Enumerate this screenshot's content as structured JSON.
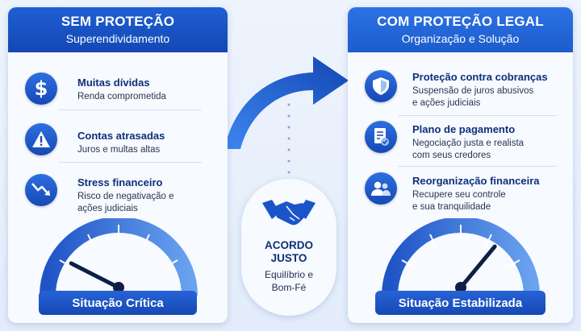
{
  "left_panel": {
    "title": "SEM PROTEÇÃO",
    "subtitle": "Superendividamento",
    "items": [
      {
        "icon": "dollar-icon",
        "title": "Muitas dívidas",
        "desc": [
          "Renda comprometida"
        ]
      },
      {
        "icon": "warning-icon",
        "title": "Contas atrasadas",
        "desc": [
          "Juros e multas altas"
        ]
      },
      {
        "icon": "trend-down-icon",
        "title": "Stress financeiro",
        "desc": [
          "Risco de negativação e",
          "ações judiciais"
        ]
      }
    ],
    "gauge_level": 0.15,
    "status": "Situação Crítica"
  },
  "center": {
    "title_lines": [
      "ACORDO",
      "JUSTO"
    ],
    "desc_lines": [
      "Equilíbrio e",
      "Bom-Fé"
    ],
    "icon": "handshake-icon"
  },
  "right_panel": {
    "title": "COM PROTEÇÃO LEGAL",
    "subtitle": "Organização e Solução",
    "items": [
      {
        "icon": "shield-icon",
        "title": "Proteção contra cobranças",
        "desc": [
          "Suspensão de juros abusivos",
          "e ações judiciais"
        ]
      },
      {
        "icon": "document-check-icon",
        "title": "Plano de pagamento",
        "desc": [
          "Negociação justa e realista",
          "com seus credores"
        ]
      },
      {
        "icon": "people-icon",
        "title": "Reorganização financeira",
        "desc": [
          "Recupere seu controle",
          "e sua tranquilidade"
        ]
      }
    ],
    "gauge_level": 0.72,
    "status": "Situação Estabilizada"
  },
  "colors": {
    "primary": "#1a55c8",
    "dark_text": "#0e2f7a",
    "background": "#eaf1fc"
  }
}
